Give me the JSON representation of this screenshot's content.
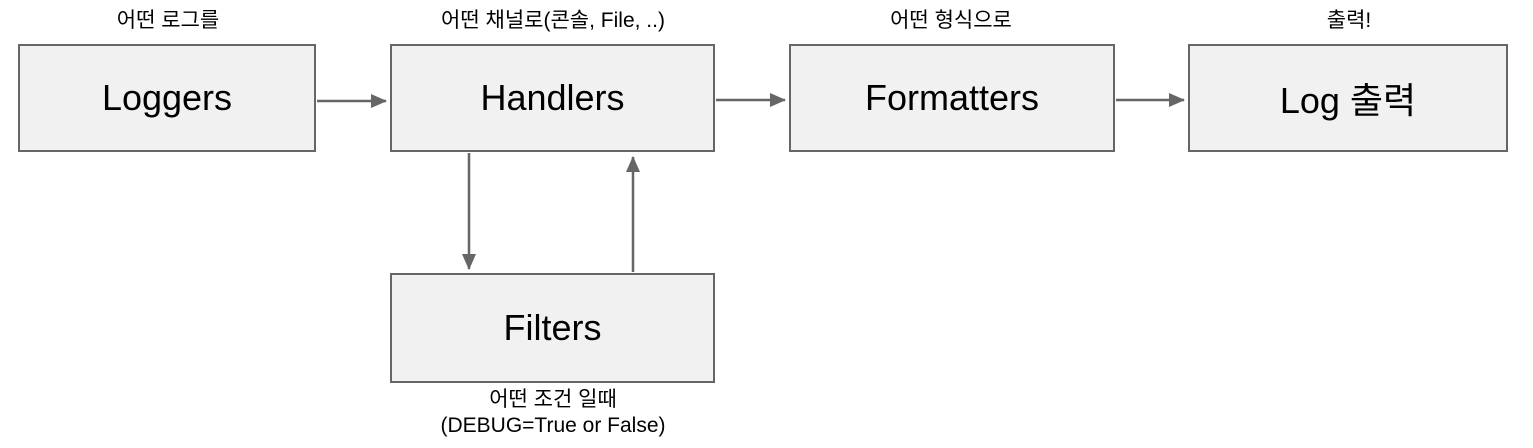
{
  "diagram": {
    "boxes": {
      "loggers": {
        "label": "Loggers",
        "annotation": "어떤 로그를"
      },
      "handlers": {
        "label": "Handlers",
        "annotation": "어떤 채널로(콘솔, File, ..)"
      },
      "formatters": {
        "label": "Formatters",
        "annotation": "어떤 형식으로"
      },
      "log_output": {
        "label": "Log 출력",
        "annotation": "출력!"
      },
      "filters": {
        "label": "Filters",
        "annotation_line1": "어떤 조건 일때",
        "annotation_line2": "(DEBUG=True or False)"
      }
    },
    "arrows": {
      "loggers_to_handlers": "Loggers → Handlers",
      "handlers_to_formatters": "Handlers → Formatters",
      "formatters_to_log_output": "Formatters → Log 출력",
      "handlers_to_filters": "Handlers ↓ Filters",
      "filters_to_handlers": "Filters ↑ Handlers"
    },
    "colors": {
      "background": "#ffffff",
      "box_fill": "#f1f1f1",
      "box_border": "#666666",
      "arrow": "#666666",
      "text": "#000000"
    }
  }
}
